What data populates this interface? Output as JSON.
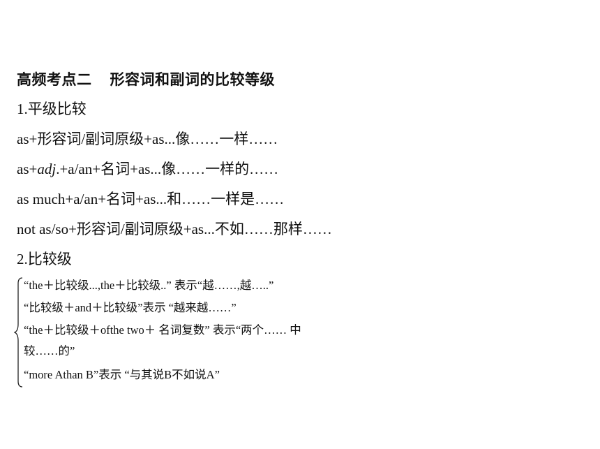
{
  "heading": {
    "part1": "高频考点二",
    "part2": "形容词和副词的比较等级"
  },
  "lines": {
    "l1": "1.平级比较",
    "l2": "as+形容词/副词原级+as...像……一样……",
    "l3_a": "as+",
    "l3_b": "adj",
    "l3_c": ".+a/an+名词+as...像……一样的……",
    "l4": "as much+a/an+名词+as...和……一样是……",
    "l5": "not as/so+形容词/副词原级+as...不如……那样……",
    "l6": "2.比较级"
  },
  "brace_items": [
    "“the＋比较级...,the＋比较级..” 表示“越……,越…..”",
    "“比较级＋and＋比较级”表示 “越来越……”",
    "“the＋比较级＋ofthe two＋ 名词复数” 表示“两个…… 中",
    "较……的”",
    "“more Athan B”表示 “与其说B不如说A”"
  ]
}
